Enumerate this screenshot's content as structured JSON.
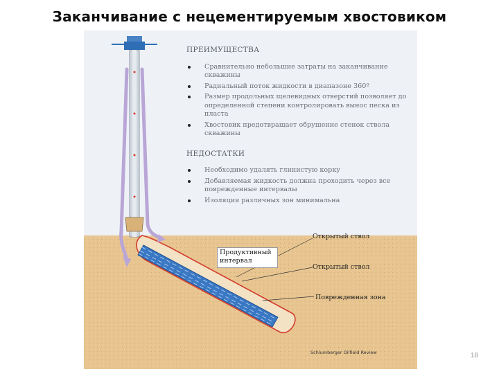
{
  "slide": {
    "title": "Заканчивание с нецементируемым хвостовиком",
    "page_number": "18"
  },
  "advantages": {
    "heading": "ПРЕИМУЩЕСТВА",
    "items": [
      "Сравнительно небольшие затраты на заканчивание скважины",
      "Радиальный поток жидкости в диапазоне 360º",
      "Размер продольных щелевидных отверстий позволяет до определенной степени контролировать вынос песка из пласта",
      "Хвостовик предотвращает обрушение стенок ствола скважины"
    ]
  },
  "disadvantages": {
    "heading": "НЕДОСТАТКИ",
    "items": [
      "Необходимо удалять глинистую корку",
      "Добавляемая жидкость должна проходить через все поврежденные интервалы",
      "Изоляция различных зон минимальна"
    ]
  },
  "labels": {
    "productive_interval": "Продуктивный интервал",
    "open_hole_1": "Открытый ствол",
    "open_hole_2": "Открытый ствол",
    "damaged_zone": "Поврежденная зона"
  },
  "credit": "Schlumberger Oilfield Review",
  "colors": {
    "formation": "#e8c590",
    "damaged_zone_outline": "#d23b2b",
    "liner": "#3a78c4",
    "flow_arrow": "#b9a6d6",
    "casing": "#cfd6de"
  }
}
